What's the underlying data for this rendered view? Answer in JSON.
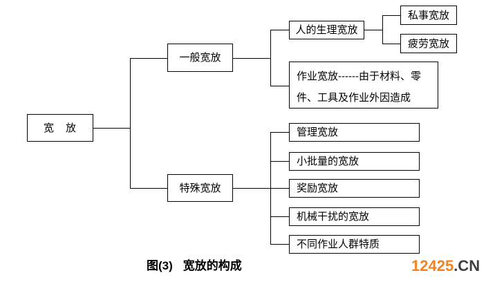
{
  "diagram": {
    "nodes": {
      "root": "宽　放",
      "general": "一般宽放",
      "special": "特殊宽放",
      "physiological": "人的生理宽放",
      "personal": "私事宽放",
      "fatigue": "疲劳宽放",
      "operation": "作业宽放------由于材料、零件、工具及作业外因造成",
      "management": "管理宽放",
      "small_batch": "小批量的宽放",
      "incentive": "奖励宽放",
      "mechanical": "机械干扰的宽放",
      "worker_group": "不同作业人群特质"
    },
    "caption": {
      "figure_label": "图(3)",
      "title": "宽放的构成"
    },
    "watermark": {
      "number": "12425",
      "suffix": ".CN",
      "number_color": "#F5821F",
      "suffix_color": "#3F3F3F"
    },
    "colors": {
      "line": "#000000",
      "box_border": "#000000",
      "background": "#FFFFFF"
    }
  }
}
